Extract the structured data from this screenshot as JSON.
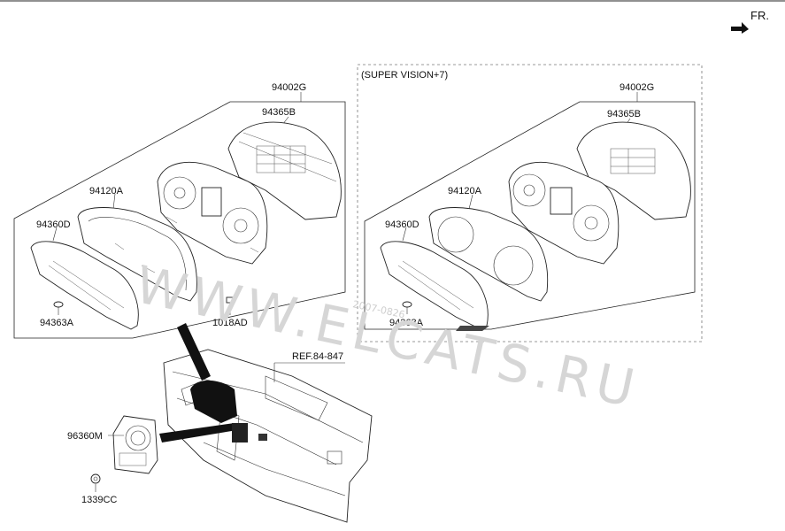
{
  "direction": {
    "label": "FR."
  },
  "variant_box": {
    "title": "(SUPER VISION+7)"
  },
  "watermark": {
    "text": "WWW.ELCATS.RU",
    "stamp": "2007-0826"
  },
  "left_group": {
    "assembly": "94002G",
    "rear_cover": "94365B",
    "window": "94120A",
    "lens": "94360D",
    "clip": "94363A",
    "screw": "1018AD"
  },
  "right_group": {
    "assembly": "94002G",
    "rear_cover": "94365B",
    "window": "94120A",
    "lens": "94360D",
    "clip": "94363A"
  },
  "reference": {
    "label": "REF.84-847"
  },
  "lower_parts": {
    "module": "96360M",
    "nut": "1339CC"
  }
}
